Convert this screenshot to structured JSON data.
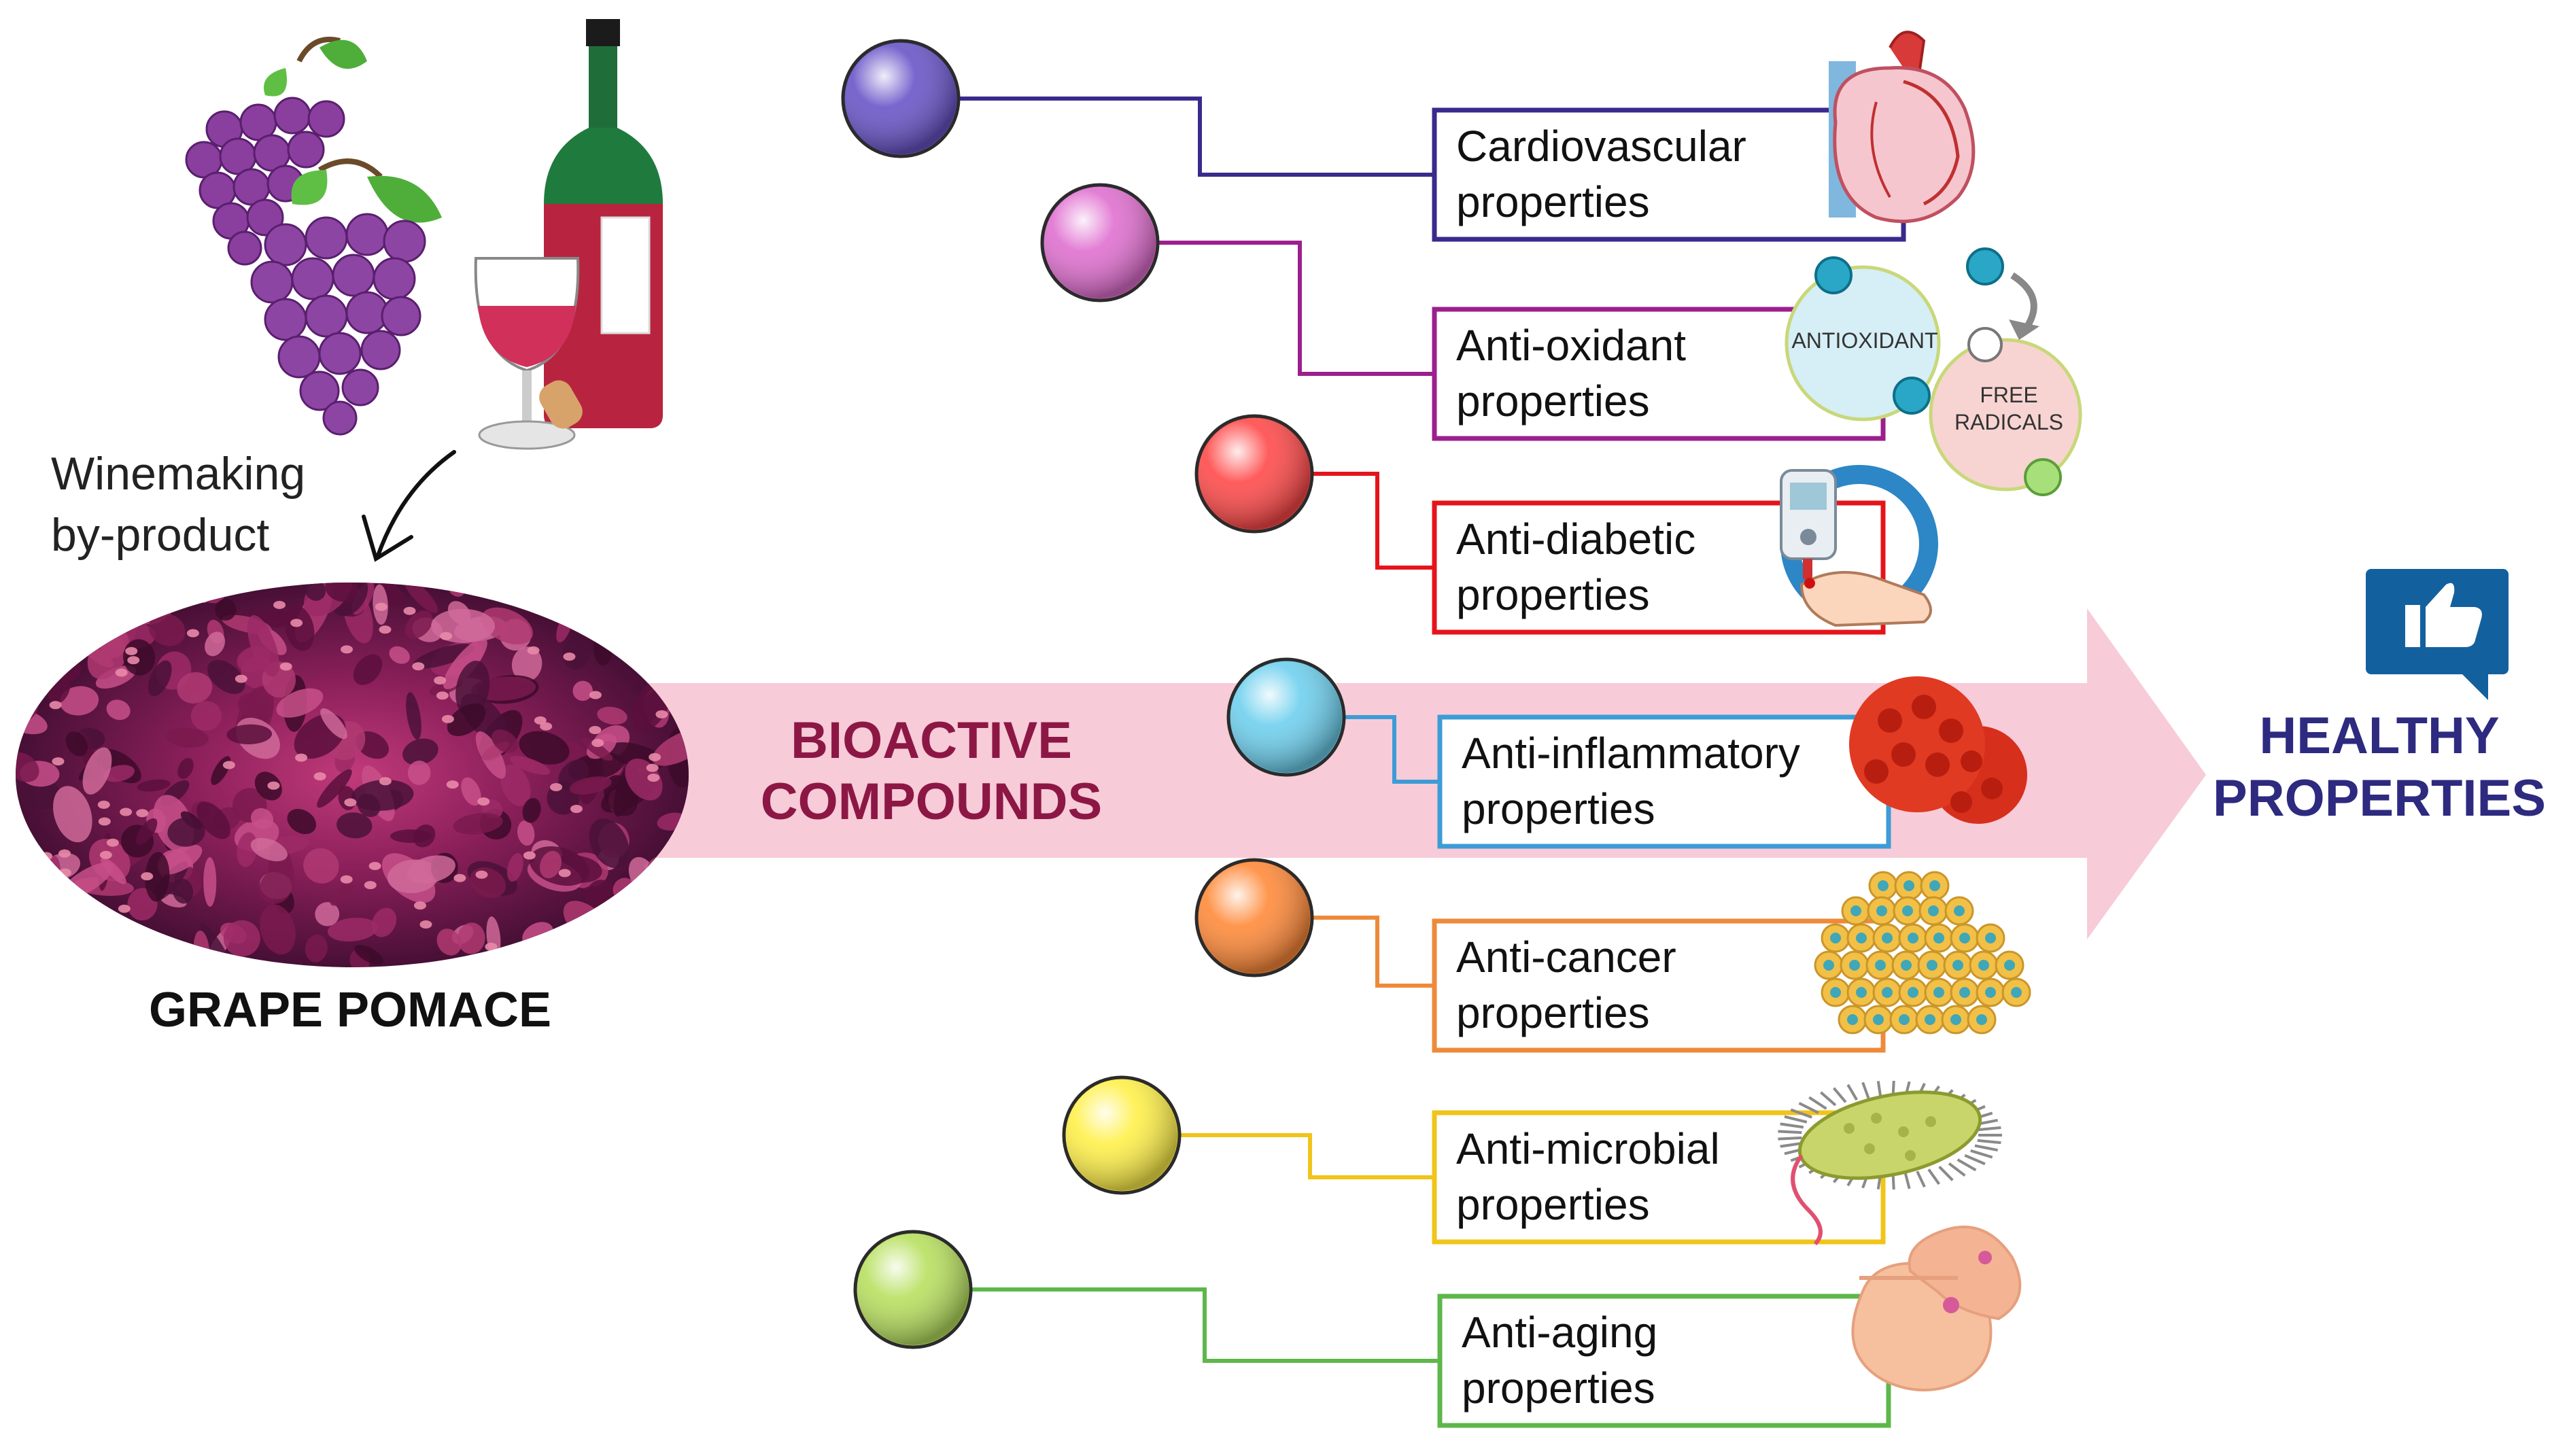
{
  "source": {
    "caption": [
      "Winemaking",
      "by-product"
    ],
    "pomace_label": "GRAPE POMACE"
  },
  "flow": {
    "label": [
      "BIOACTIVE",
      "COMPOUNDS"
    ],
    "target": [
      "HEALTHY",
      "PROPERTIES"
    ]
  },
  "antioxidant_icon": {
    "left": "ANTIOXIDANT",
    "right": [
      "FREE",
      "RADICALS"
    ]
  },
  "properties": [
    {
      "name": [
        "Cardiovascular",
        "properties"
      ],
      "color": "#3a2a8c",
      "sphere": "#6a55c8"
    },
    {
      "name": [
        "Anti-oxidant",
        "properties"
      ],
      "color": "#9c1f8e",
      "sphere": "#e070d0"
    },
    {
      "name": [
        "Anti-diabetic",
        "properties"
      ],
      "color": "#e5141b",
      "sphere": "#ff4a4a"
    },
    {
      "name": [
        "Anti-inflammatory",
        "properties"
      ],
      "color": "#3d9cd6",
      "sphere": "#6fd0ee"
    },
    {
      "name": [
        "Anti-cancer",
        "properties"
      ],
      "color": "#ee8a3a",
      "sphere": "#ff8a3a"
    },
    {
      "name": [
        "Anti-microbial",
        "properties"
      ],
      "color": "#f0c419",
      "sphere": "#fff04a"
    },
    {
      "name": [
        "Anti-aging",
        "properties"
      ],
      "color": "#5db74a",
      "sphere": "#b8e060"
    }
  ],
  "colors": {
    "arrow": "#f7cbd8",
    "flow_label": "#8c1745",
    "target_label": "#2d2a7f",
    "badge": "#13609f"
  }
}
